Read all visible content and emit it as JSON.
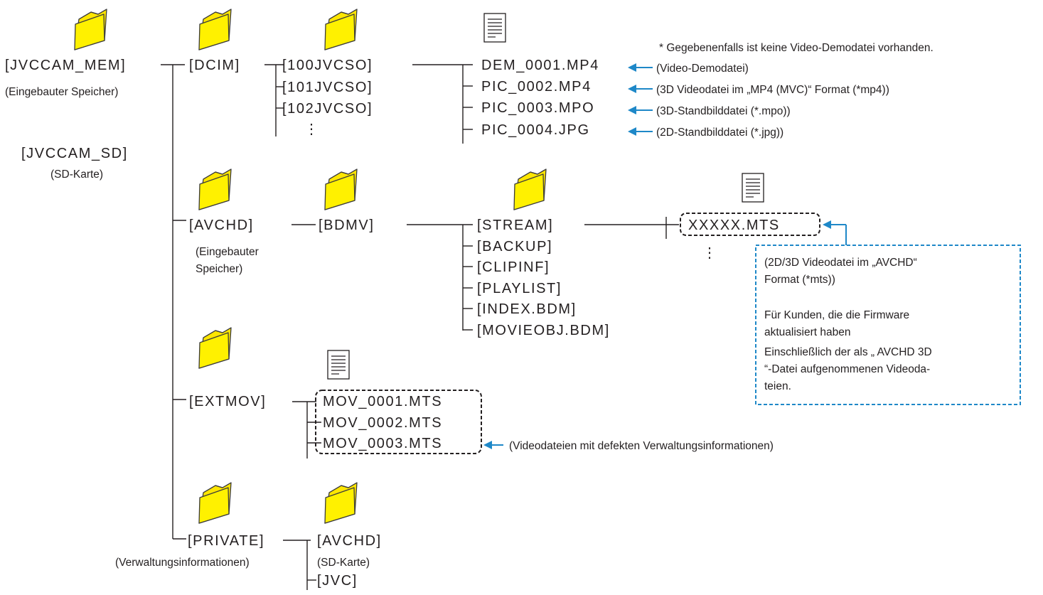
{
  "colors": {
    "line": "#231f20",
    "arrow": "#1e88c8",
    "folder_fill": "#ffe600",
    "folder_stroke": "#3c3c3c",
    "notice_border": "#1e88c8"
  },
  "icons": [
    "folder-icon",
    "document-icon"
  ],
  "root": {
    "mem": {
      "label": "[JVCCAM_MEM]",
      "caption": "(Eingebauter Speicher)"
    },
    "sd": {
      "label": "[JVCCAM_SD]",
      "caption": "(SD-Karte)"
    }
  },
  "dcim": {
    "label": "[DCIM]",
    "subfolders": [
      "[100JVCSO]",
      "[101JVCSO]",
      "[102JVCSO]"
    ],
    "files": [
      {
        "name": "DEM_0001.MP4",
        "note": "(Video-Demodatei)"
      },
      {
        "name": "PIC_0002.MP4",
        "note": "(3D Videodatei im „MP4 (MVC)“ Format (*mp4))"
      },
      {
        "name": "PIC_0003.MPO",
        "note": "(3D-Standbilddatei (*.mpo))"
      },
      {
        "name": "PIC_0004.JPG",
        "note": "(2D-Standbilddatei (*.jpg))"
      }
    ],
    "footnote": "* Gegebenenfalls ist keine Video-Demodatei vorhanden."
  },
  "avchd": {
    "label": "[AVCHD]",
    "caption_line1": "(Eingebauter",
    "caption_line2": "Speicher)",
    "bdmv": "[BDMV]",
    "entries": [
      "[STREAM]",
      "[BACKUP]",
      "[CLIPINF]",
      "[PLAYLIST]",
      "[INDEX.BDM]",
      "[MOVIEOBJ.BDM]"
    ],
    "stream_file": "XXXXX.MTS",
    "notice": {
      "lines": [
        "(2D/3D Videodatei im „AVCHD“",
        "Format (*mts))",
        "",
        "Für Kunden, die die Firmware",
        "aktualisiert haben",
        "Einschließlich der als „ AVCHD 3D",
        "“-Datei aufgenommenen Videoda-",
        "teien."
      ]
    }
  },
  "extmov": {
    "label": "[EXTMOV]",
    "files": [
      "MOV_0001.MTS",
      "MOV_0002.MTS",
      "MOV_0003.MTS"
    ],
    "note": "(Videodateien mit defekten Verwaltungsinformationen)"
  },
  "private": {
    "label": "[PRIVATE]",
    "caption": "(Verwaltungsinformationen)",
    "sub1": "[AVCHD]",
    "sub1_caption": "(SD-Karte)",
    "sub2": "[JVC]"
  },
  "ellipsis": "⋮"
}
